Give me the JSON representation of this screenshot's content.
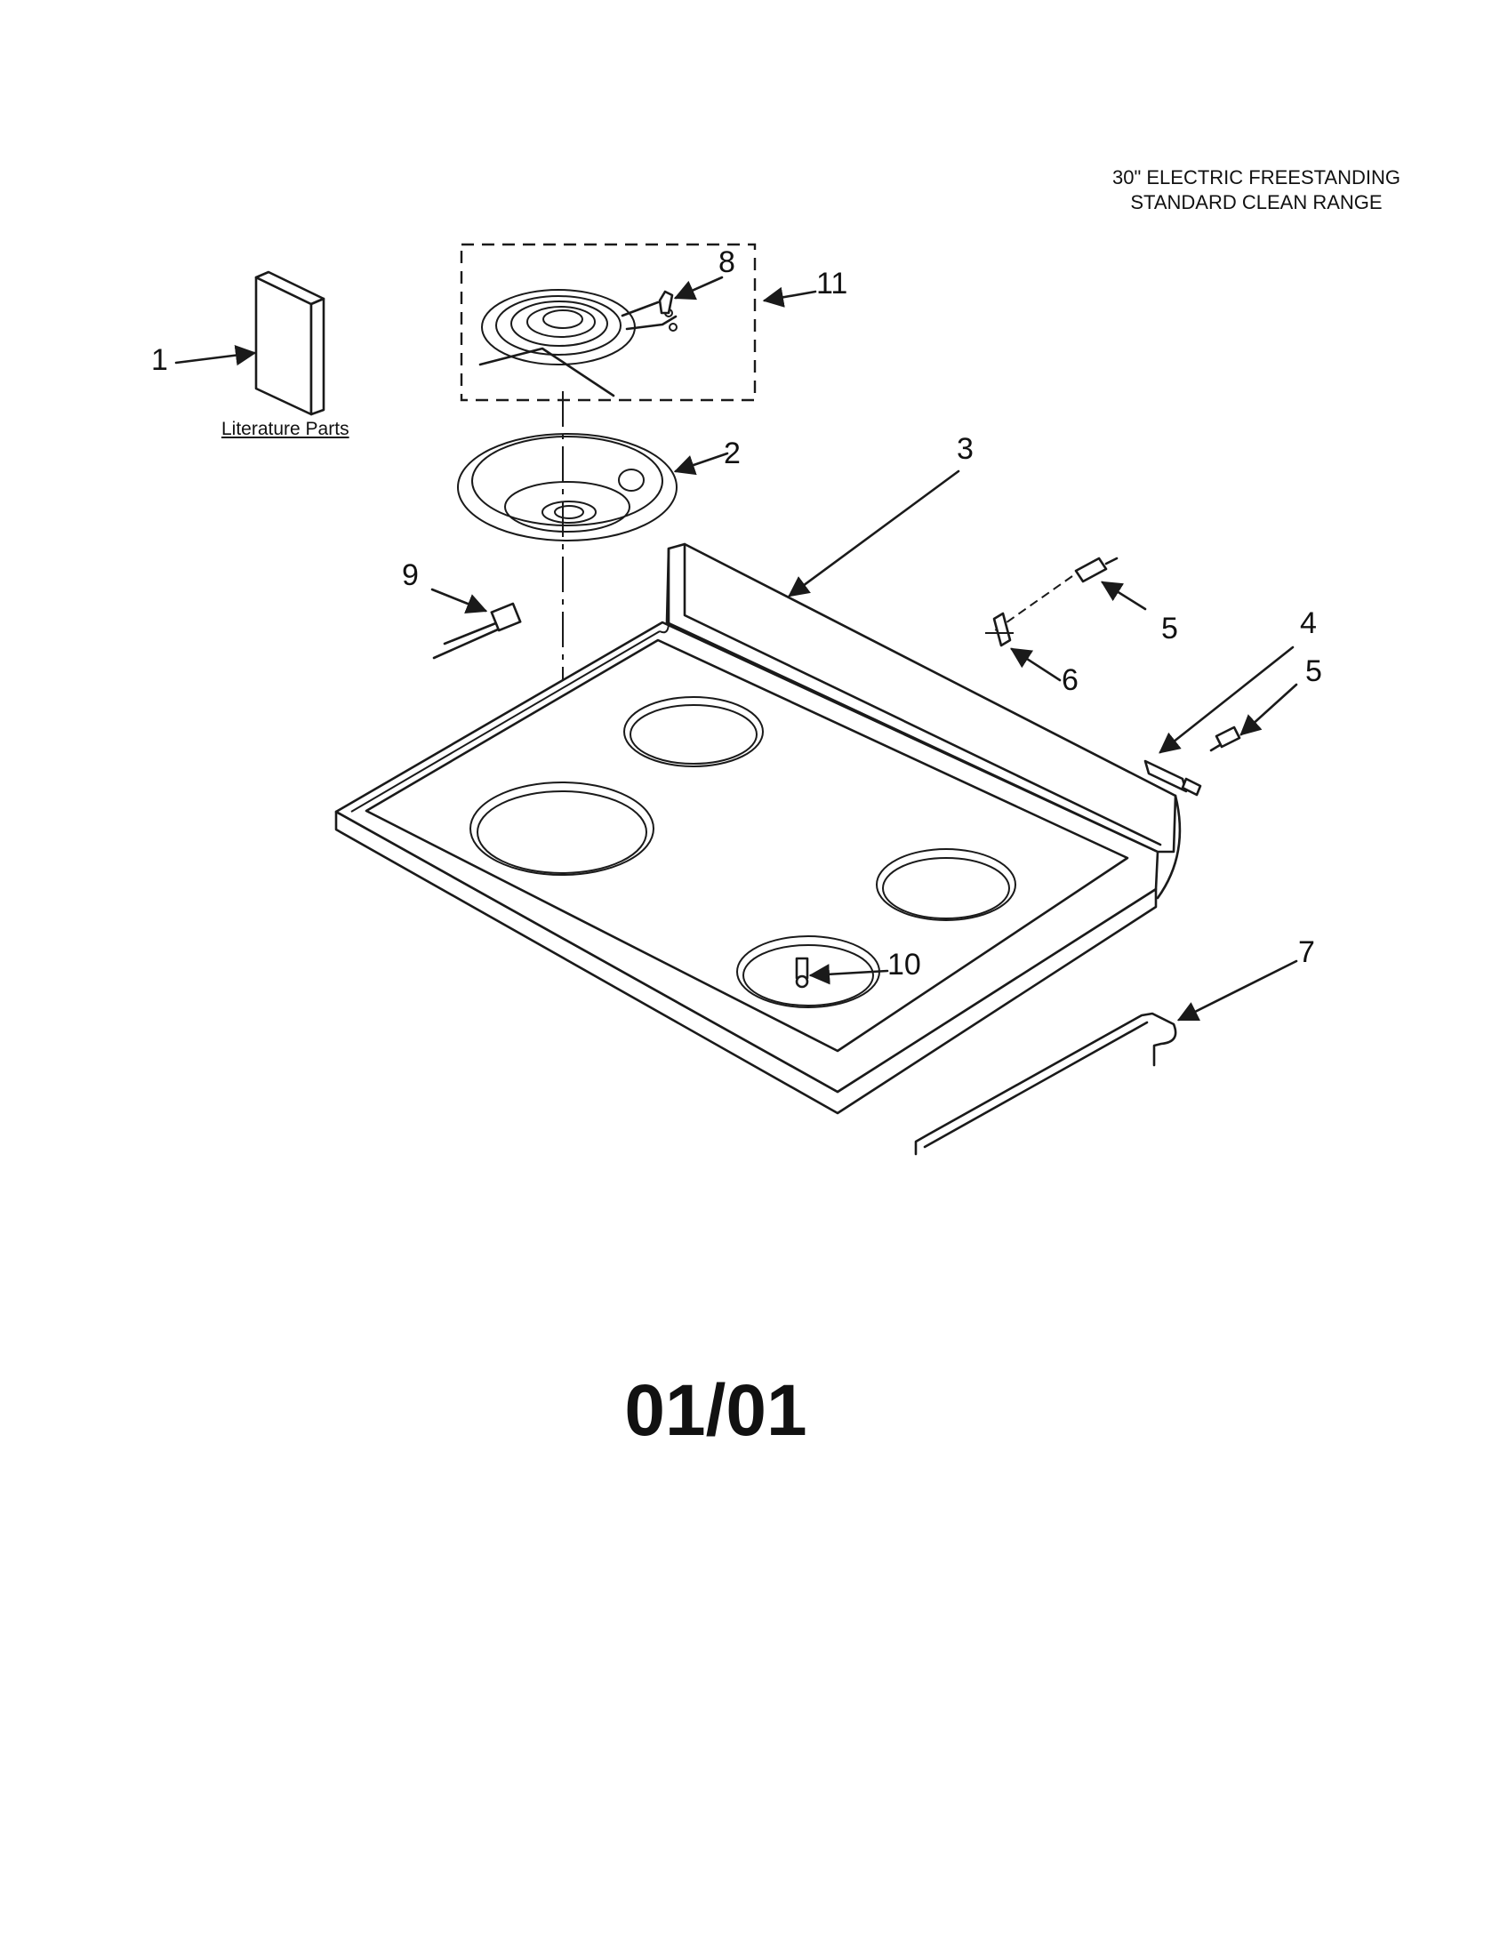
{
  "header": {
    "line1": "30\" ELECTRIC FREESTANDING",
    "line2": "STANDARD CLEAN RANGE"
  },
  "literature_label": "Literature Parts",
  "callouts": {
    "c1": "1",
    "c2": "2",
    "c3": "3",
    "c4": "4",
    "c5a": "5",
    "c5b": "5",
    "c6": "6",
    "c7": "7",
    "c8": "8",
    "c9": "9",
    "c10": "10",
    "c11": "11"
  },
  "page_number": "01/01"
}
